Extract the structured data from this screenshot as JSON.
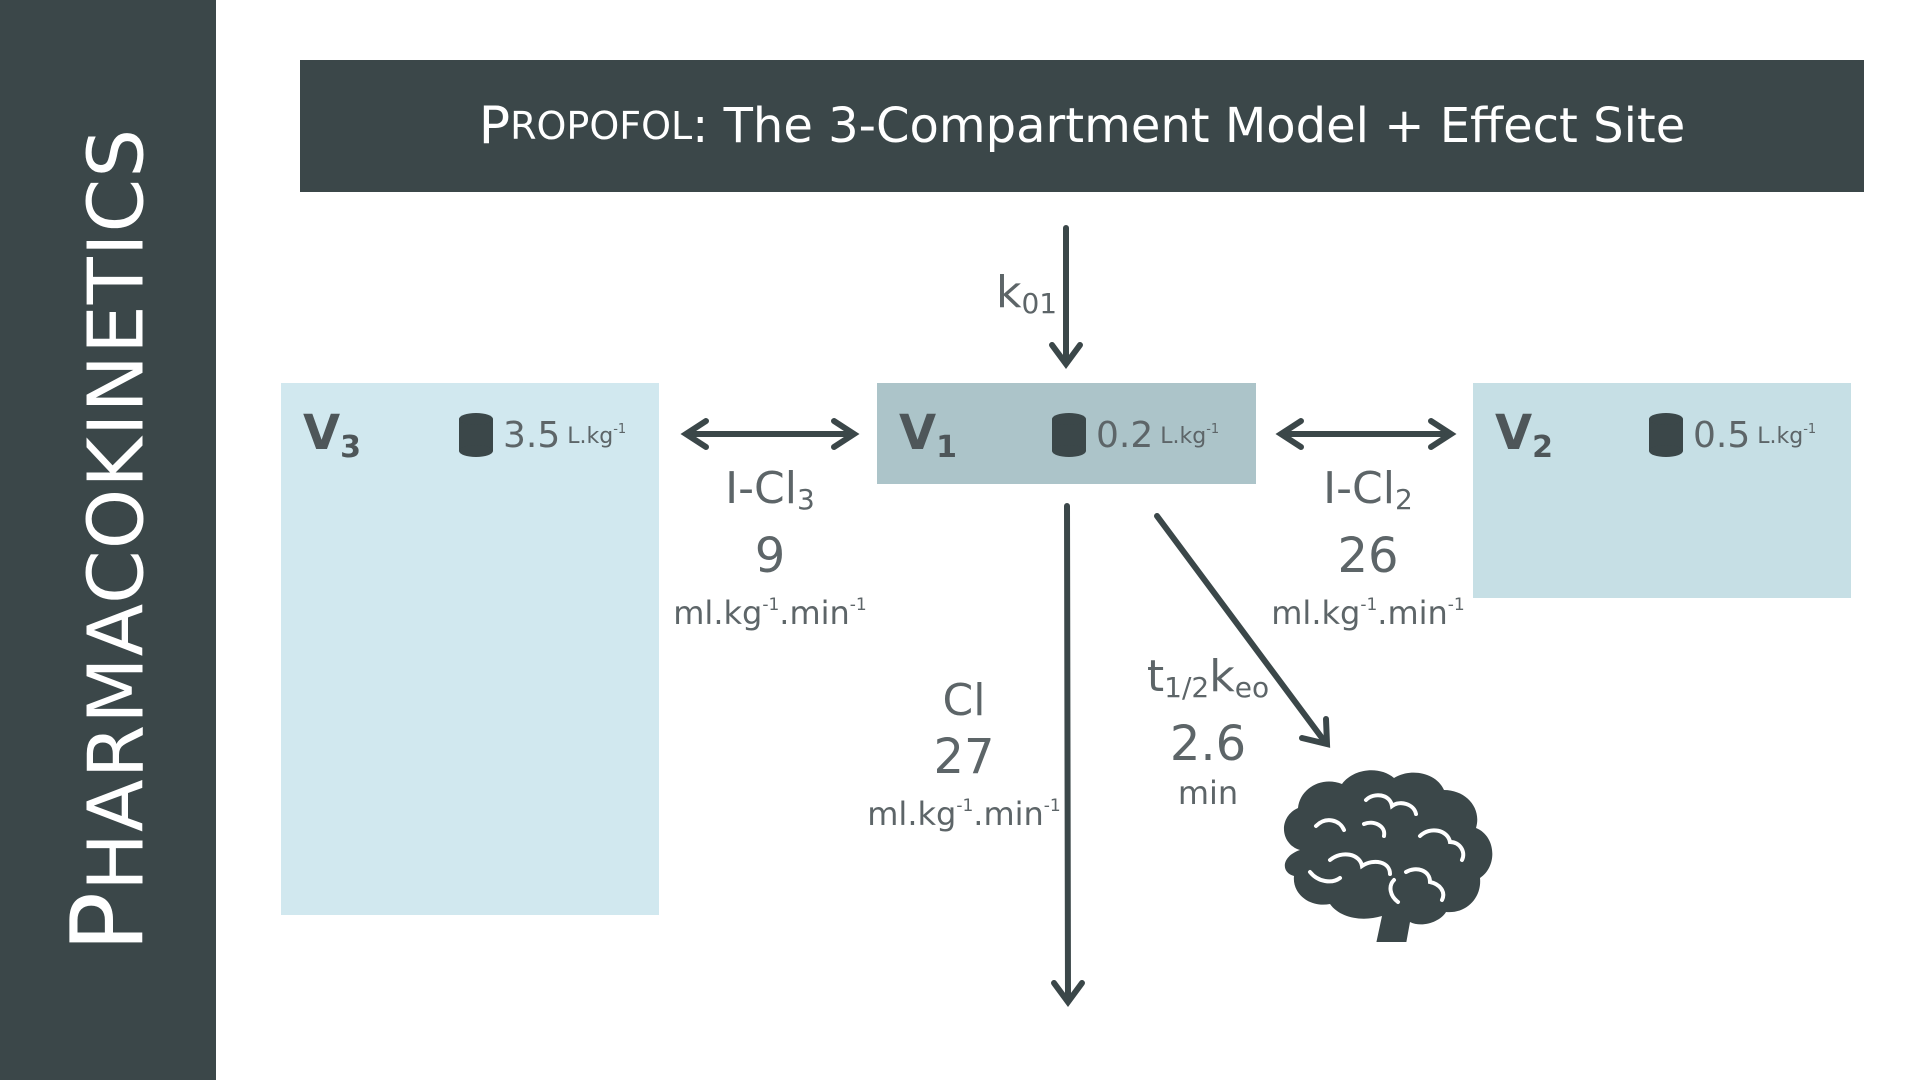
{
  "sidebar": {
    "first_letter": "P",
    "rest": "HARMACOKINETICS"
  },
  "header": {
    "first_letter": "P",
    "title_sc": "ROPOFOL",
    "title_rest": ": The 3-Compartment Model + Effect Site"
  },
  "compartments": {
    "v3": {
      "name": "V",
      "sub": "3",
      "volume": "3.5",
      "unit": "L.kg",
      "unit_exp": "-1"
    },
    "v1": {
      "name": "V",
      "sub": "1",
      "volume": "0.2",
      "unit": "L.kg",
      "unit_exp": "-1"
    },
    "v2": {
      "name": "V",
      "sub": "2",
      "volume": "0.5",
      "unit": "L.kg",
      "unit_exp": "-1"
    }
  },
  "rates": {
    "k01": {
      "main": "k",
      "sub": "01"
    },
    "cl3": {
      "main": "I-Cl",
      "sub": "3",
      "value": "9",
      "unit_a": "ml.kg",
      "exp_a": "-1",
      "unit_b": ".min",
      "exp_b": "-1"
    },
    "cl2": {
      "main": "I-Cl",
      "sub": "2",
      "value": "26",
      "unit_a": "ml.kg",
      "exp_a": "-1",
      "unit_b": ".min",
      "exp_b": "-1"
    },
    "cl": {
      "main": "Cl",
      "value": "27",
      "unit_a": "ml.kg",
      "exp_a": "-1",
      "unit_b": ".min",
      "exp_b": "-1"
    },
    "keo": {
      "t": "t",
      "half": "1/2",
      "k": "k",
      "sub": "eo",
      "value": "2.6",
      "unit": "min"
    }
  },
  "colors": {
    "dark": "#3b4749",
    "v3": "#d1e8ef",
    "v1": "#acc4c9",
    "v2": "#c6dfe5",
    "text": "#5d6568"
  },
  "icons": [
    "cylinder-icon",
    "brain-icon"
  ]
}
